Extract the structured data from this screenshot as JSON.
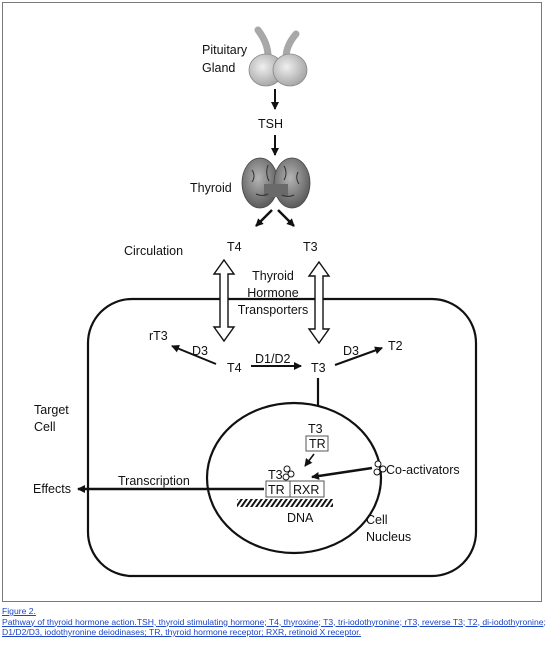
{
  "diagram": {
    "pituitary": "Pituitary",
    "gland": "Gland",
    "tsh": "TSH",
    "thyroid": "Thyroid",
    "circulation": "Circulation",
    "t4": "T4",
    "t3": "T3",
    "transporters": [
      "Thyroid",
      "Hormone",
      "Transporters"
    ],
    "rt3": "rT3",
    "d3_left": "D3",
    "t4_cell": "T4",
    "d1d2": "D1/D2",
    "t3_cell": "T3",
    "d3_right": "D3",
    "t2": "T2",
    "target_cell": [
      "Target",
      "Cell"
    ],
    "nuc_t3": "T3",
    "nuc_tr": "TR",
    "coactivators": "Co-activators",
    "bound_t3": "T3",
    "tr": "TR",
    "rxr": "RXR",
    "transcription": "Transcription",
    "effects": "Effects",
    "dna": "DNA",
    "cell_nucleus": [
      "Cell",
      "Nucleus"
    ]
  },
  "caption": {
    "figure_label": "Figure 2.",
    "text": "Pathway of thyroid hormone action.TSH, thyroid stimulating hormone; T4, thyroxine; T3, tri-iodothyronine; rT3, reverse T3; T2, di-iodothyronine; D1/D2/D3, iodothyronine deiodinases; TR, thyroid hormone receptor; RXR, retinoid X receptor."
  },
  "colors": {
    "caption_link": "#1d46c8",
    "gland": "#c9c9c9",
    "thyroid": "#8a8a8a"
  }
}
